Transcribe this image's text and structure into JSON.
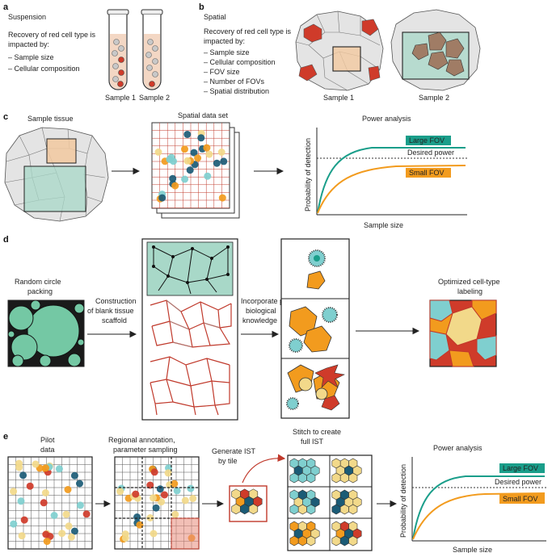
{
  "colors": {
    "teal": "#1a9e8a",
    "teal_light": "#a8d8c8",
    "orange": "#f29b1e",
    "navy": "#1b5b76",
    "cream": "#f2d98a",
    "cyan_light": "#7fcfcf",
    "red": "#cf3b2a",
    "gray_cell": "#d9d9d9",
    "tan": "#f2c9a0"
  },
  "panel_a": {
    "letter": "a",
    "heading": "Suspension",
    "desc_line1": "Recovery of red cell type is",
    "desc_line2": "impacted by:",
    "bullets": [
      "– Sample size",
      "– Cellular composition"
    ],
    "sample1": "Sample 1",
    "sample2": "Sample 2"
  },
  "panel_b": {
    "letter": "b",
    "heading": "Spatial",
    "desc_line1": "Recovery of red cell type is",
    "desc_line2": "impacted by:",
    "bullets": [
      "– Sample size",
      "– Cellular composition",
      "– FOV size",
      "– Number of FOVs",
      "– Spatial distribution"
    ],
    "sample1": "Sample 1",
    "sample2": "Sample 2"
  },
  "panel_c": {
    "letter": "c",
    "tissue_title": "Sample tissue",
    "dataset_title": "Spatial data set",
    "power_title": "Power analysis",
    "ylabel": "Probability of detection",
    "xlabel": "Sample size",
    "large_fov": "Large FOV",
    "desired_power": "Desired power",
    "small_fov": "Small FOV"
  },
  "panel_d": {
    "letter": "d",
    "step1_line1": "Random circle",
    "step1_line2": "packing",
    "step2_line1": "Construction",
    "step2_line2": "of blank tissue",
    "step2_line3": "scaffold",
    "step3_line1": "Incorporate prior",
    "step3_line2": "biological",
    "step3_line3": "knowledge",
    "step4_line1": "Optimized cell-type",
    "step4_line2": "labeling"
  },
  "panel_e": {
    "letter": "e",
    "pilot_line1": "Pilot",
    "pilot_line2": "data",
    "regional_line1": "Regional annotation,",
    "regional_line2": "parameter sampling",
    "gen_line1": "Generate IST",
    "gen_line2": "by tile",
    "stitch_line1": "Stitch to create",
    "stitch_line2": "full IST",
    "power_title": "Power analysis",
    "ylabel": "Probability of detection",
    "xlabel": "Sample size",
    "large_fov": "Large FOV",
    "desired_power": "Desired power",
    "small_fov": "Small FOV"
  },
  "chart_data": [
    {
      "type": "line",
      "title": "Power analysis",
      "xlabel": "Sample size",
      "ylabel": "Probability of detection",
      "series": [
        {
          "name": "Large FOV"
        },
        {
          "name": "Small FOV"
        }
      ],
      "annotations": [
        "Desired power"
      ]
    },
    {
      "type": "line",
      "title": "Power analysis",
      "xlabel": "Sample size",
      "ylabel": "Probability of detection",
      "series": [
        {
          "name": "Large FOV"
        },
        {
          "name": "Small FOV"
        }
      ],
      "annotations": [
        "Desired power"
      ]
    }
  ]
}
